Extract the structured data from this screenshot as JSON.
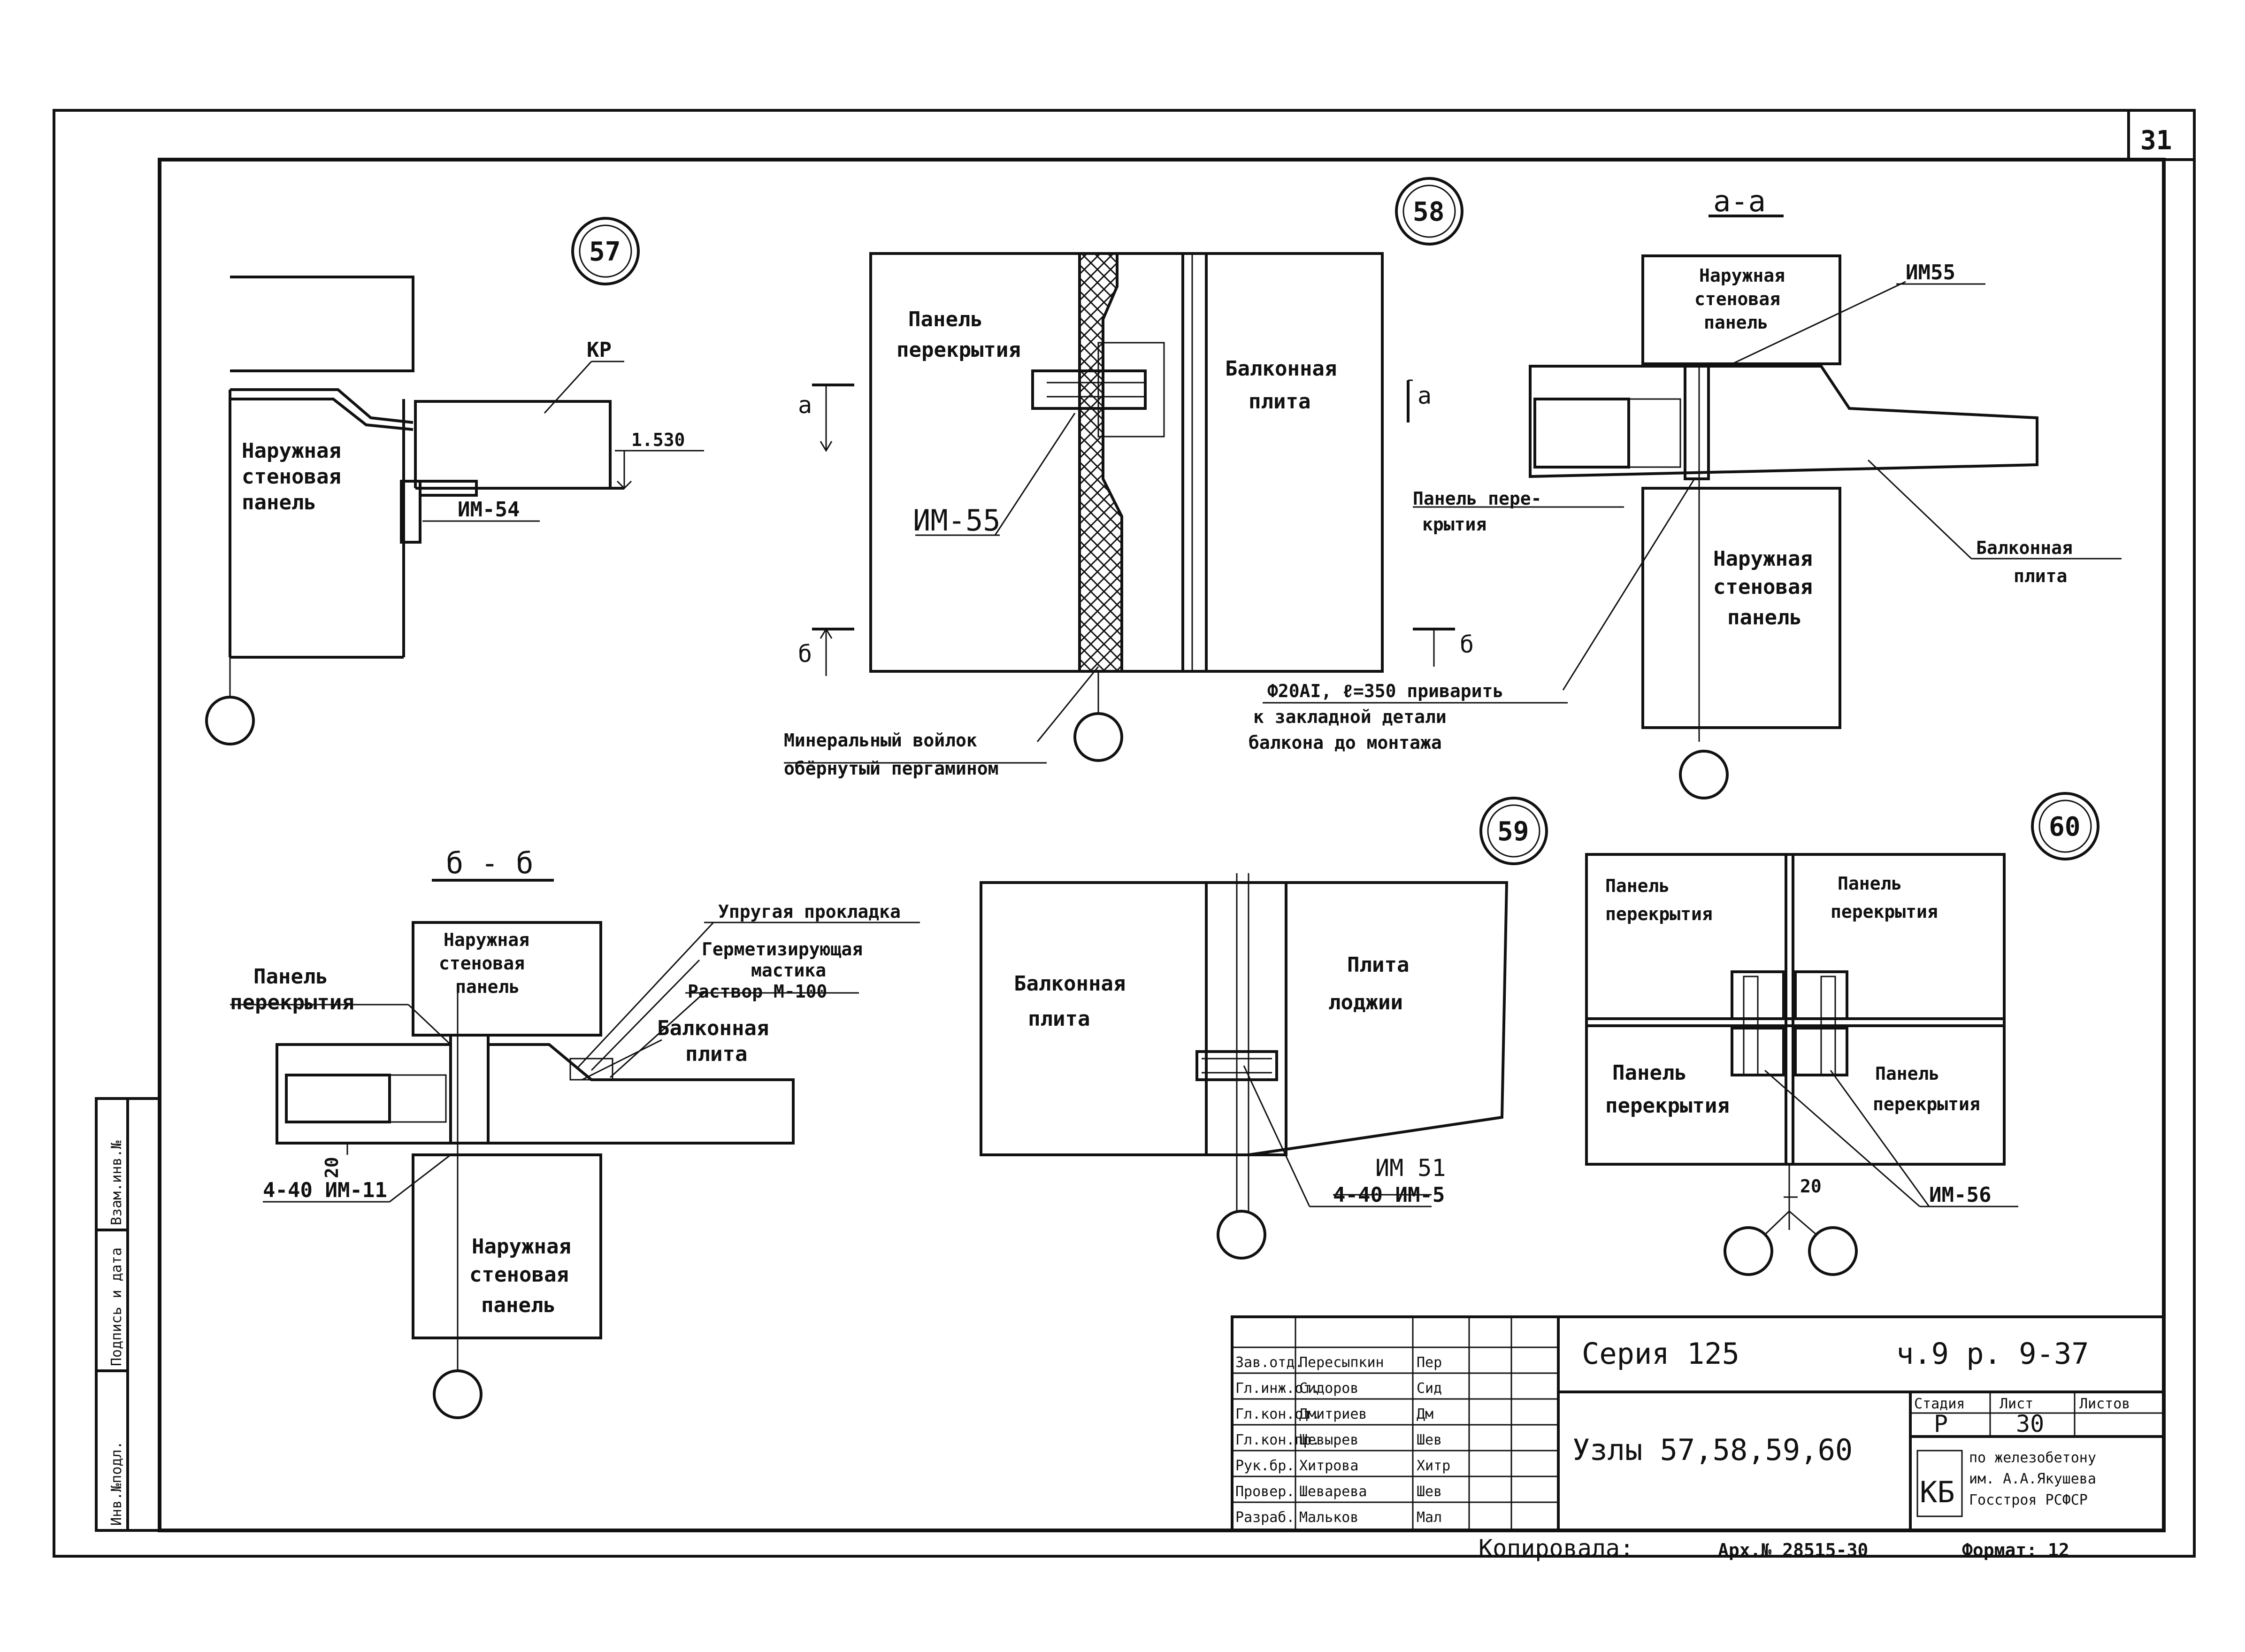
{
  "sheet": {
    "sheet_number": "31",
    "copied_by": "Копировала: ",
    "archive_number": "Арх.№ 28515-30",
    "format": "Формат: 12"
  },
  "side_stamp": [
    "Инв.№подл.",
    "Подпись и дата",
    "Взам.инв.№"
  ],
  "nodes": {
    "n57": {
      "number": "57",
      "label_wall": [
        "Наружная",
        "стеновая",
        "панель"
      ],
      "label_kr": "КР",
      "label_im": "ИМ-54",
      "elevation": "1.530"
    },
    "n58": {
      "number": "58",
      "label_slab": [
        "Панель",
        "перекрытия"
      ],
      "label_balcony": [
        "Балконная",
        "плита"
      ],
      "label_im": "ИМ-55",
      "label_felt": [
        "Минеральный войлок",
        "обёрнутый пергамином"
      ],
      "mark_a": "а",
      "mark_b": "б"
    },
    "aa": {
      "title": "а-а",
      "label_wall_top": [
        "Наружная",
        "стеновая",
        "панель"
      ],
      "label_im": "ИМ55",
      "label_slab": [
        "Панель пере-",
        "крытия"
      ],
      "label_wall_bottom": [
        "Наружная",
        "стеновая",
        "панель"
      ],
      "label_balcony": [
        "Балконная",
        "плита"
      ],
      "note": [
        "Ф20АI, ℓ=350 приварить",
        "к закладной детали",
        "балкона до монтажа"
      ]
    },
    "bb": {
      "title": "б - б",
      "label_slab": [
        "Панель",
        "перекрытия"
      ],
      "label_wall_top": [
        "Наружная",
        "стеновая",
        "панель"
      ],
      "label_pad": "Упругая прокладка",
      "label_mastic": [
        "Герметизирующая",
        "мастика"
      ],
      "label_mortar": "Раствор М-100",
      "label_balcony": [
        "Балконная",
        "плита"
      ],
      "dim": "20",
      "label_im": "4-40 ИМ-11",
      "label_wall_bottom": [
        "Наружная",
        "стеновая",
        "панель"
      ]
    },
    "n59": {
      "number": "59",
      "label_balcony": [
        "Балконная",
        "плита"
      ],
      "label_loggia": [
        "Плита",
        "лоджии"
      ],
      "label_im_new": "ИМ 51",
      "label_im_old": "4-40 ИМ-5"
    },
    "n60": {
      "number": "60",
      "label_tl": [
        "Панель",
        "перекрытия"
      ],
      "label_tr": [
        "Панель",
        "перекрытия"
      ],
      "label_bl": [
        "Панель",
        "перекрытия"
      ],
      "label_br": [
        "Панель",
        "перекрытия"
      ],
      "dim": "20",
      "label_im": "ИМ-56"
    }
  },
  "title_block": {
    "rows": [
      {
        "role": "Зав.отд.",
        "name": "Пересыпкин",
        "sign": "Пер"
      },
      {
        "role": "Гл.инж.от.",
        "name": "Сидоров",
        "sign": "Сид"
      },
      {
        "role": "Гл.кон.от.",
        "name": "Дмитриев",
        "sign": "Дм"
      },
      {
        "role": "Гл.кон.пр.",
        "name": "Шевырев",
        "sign": "Шев"
      },
      {
        "role": "Рук.бр.",
        "name": "Хитрова",
        "sign": "Хитр"
      },
      {
        "role": "Провер.",
        "name": "Шеварева",
        "sign": "Шев"
      },
      {
        "role": "Разраб.",
        "name": "Мальков",
        "sign": "Мал"
      }
    ],
    "series": "Серия 125",
    "issue": "ч.9 р. 9-37",
    "subject": "Узлы 57,58,59,60",
    "stage_header": "Стадия",
    "sheet_header": "Лист",
    "sheets_header": "Листов",
    "stage": "Р",
    "sheet": "30",
    "sheets": "",
    "org_logo": "КБ",
    "org_text": [
      "по железобетону",
      "им. А.А.Якушева",
      "Госстроя РСФСР"
    ]
  }
}
